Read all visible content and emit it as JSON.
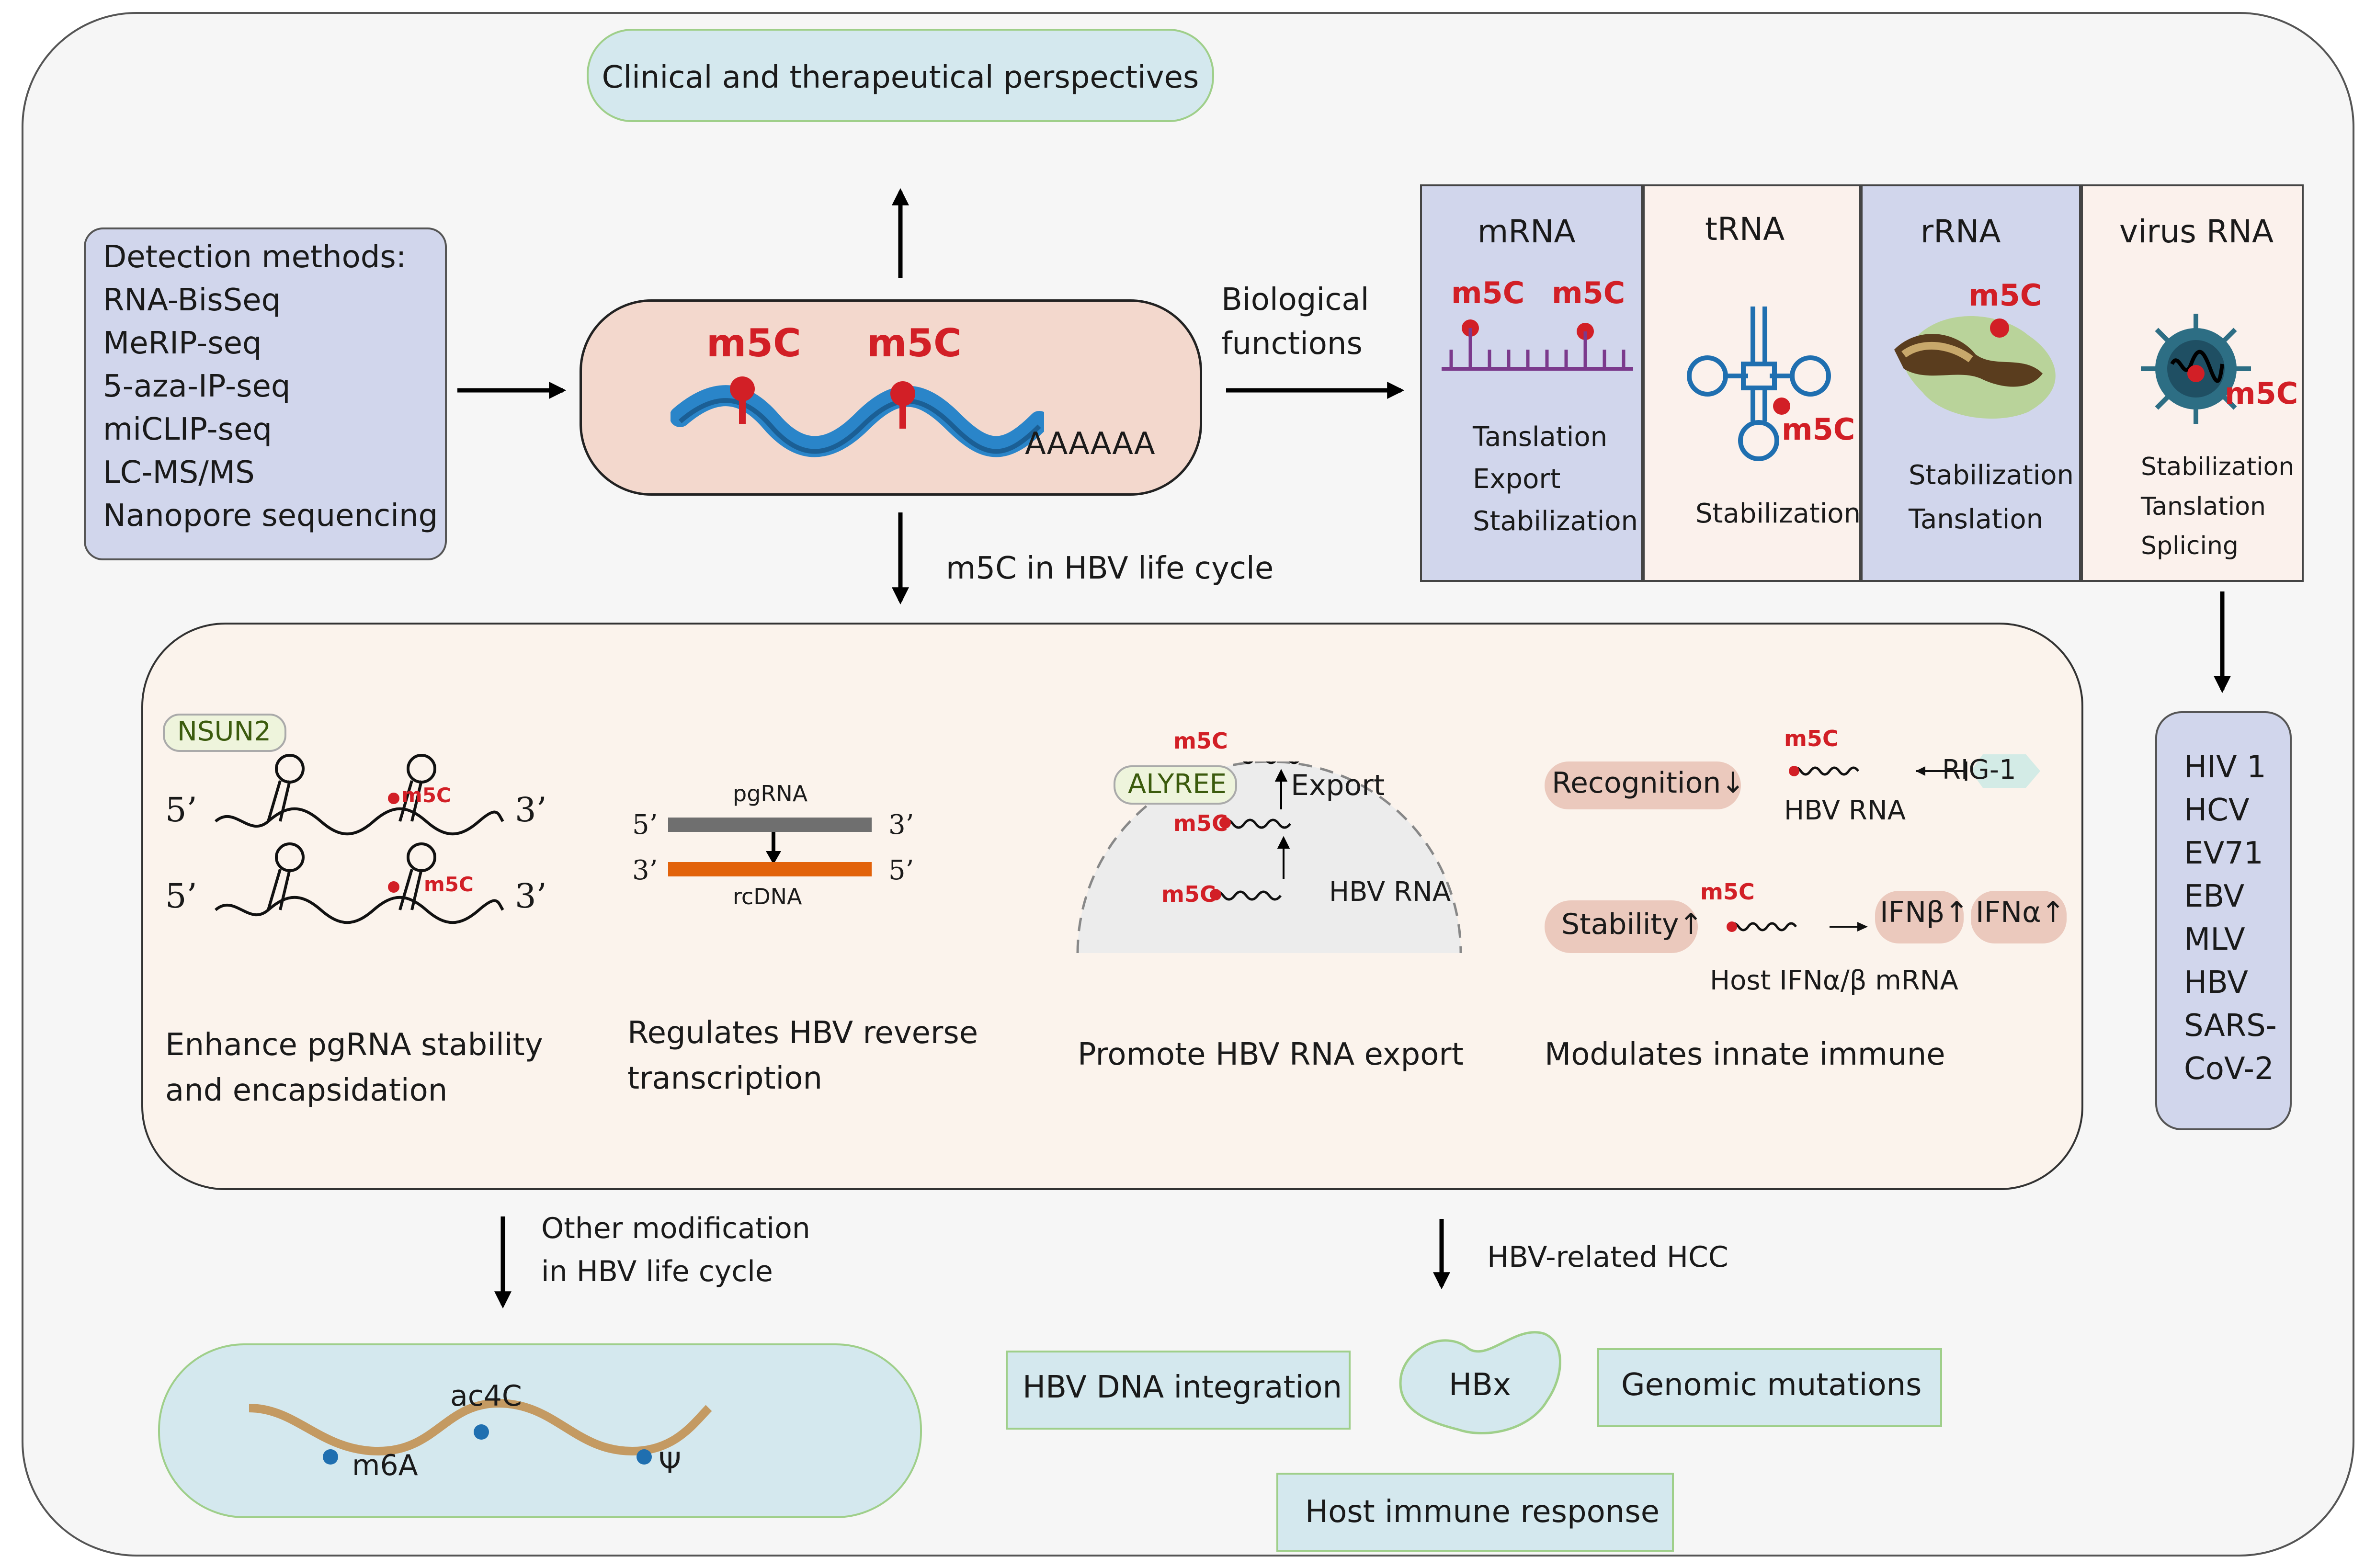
{
  "clinical": "Clinical and therapeutical perspectives",
  "detection": {
    "title": "Detection methods:",
    "items": [
      "RNA-BisSeq",
      "MeRIP-seq",
      "5-aza-IP-seq",
      "miCLIP-seq",
      "LC-MS/MS",
      "Nanopore sequencing"
    ]
  },
  "center": {
    "m5c_left": "m5C",
    "m5c_right": "m5C",
    "polya": "AAAAAA"
  },
  "bio_functions": "Biological\nfunctions",
  "rna_types": [
    {
      "name": "mRNA",
      "m5c": "m5C",
      "m5c2": "m5C",
      "functions": [
        "Tanslation",
        "Export",
        "Stabilization"
      ]
    },
    {
      "name": "tRNA",
      "m5c": "m5C",
      "functions": [
        "Stabilization"
      ]
    },
    {
      "name": "rRNA",
      "m5c": "m5C",
      "functions": [
        "Stabilization",
        "Tanslation"
      ]
    },
    {
      "name": "virus RNA",
      "m5c": "m5C",
      "functions": [
        "Stabilization",
        "Tanslation",
        "Splicing"
      ]
    }
  ],
  "viruses": [
    "HIV 1",
    "HCV",
    "EV71",
    "EBV",
    "MLV",
    "HBV",
    "SARS-",
    "CoV-2"
  ],
  "hbv_cycle_label": "m5C in HBV life cycle",
  "panel": {
    "p1": {
      "enzyme": "NSUN2",
      "five": "5’",
      "three": "3’",
      "mark": "m5C",
      "caption_l1": "Enhance pgRNA stability",
      "caption_l2": "and encapsidation"
    },
    "p2": {
      "top": "pgRNA",
      "bottom": "rcDNA",
      "five": "5’",
      "three": "3’",
      "caption_l1": "Regulates HBV reverse",
      "caption_l2": "transcription"
    },
    "p3": {
      "reader": "ALYREE",
      "export": "Export",
      "mark": "m5C",
      "rna": "HBV RNA",
      "caption": "Promote HBV RNA export"
    },
    "p4": {
      "recognition": "Recognition",
      "down": "↓",
      "mark": "m5C",
      "rig": "RIG-1",
      "rna": "HBV RNA",
      "stability": "Stability",
      "up": "↑",
      "ifnb": "IFNβ",
      "ifna": "IFNα",
      "host": "Host IFNα/β mRNA",
      "caption": "Modulates innate immune"
    }
  },
  "other_mod": {
    "l1": "Other modification",
    "l2": "in HBV life cycle"
  },
  "mods": {
    "ac4c": "ac4C",
    "m6a": "m6A",
    "psi": "Ψ"
  },
  "hcc": {
    "label": "HBV-related HCC",
    "dna": "HBV DNA integration",
    "hbx": "HBx",
    "mut": "Genomic mutations",
    "immune": "Host immune response"
  }
}
